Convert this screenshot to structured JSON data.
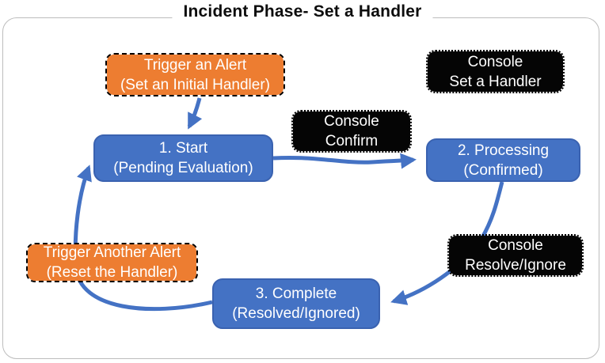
{
  "title": "Incident Phase- Set a Handler",
  "colors": {
    "blue": "#4472C4",
    "blue_border": "#3A62B0",
    "orange": "#ED7D31",
    "black": "#050505",
    "frame_border": "#BDBDBD",
    "arrow": "#4472C4"
  },
  "nodes": {
    "trigger_alert": {
      "line1": "Trigger an Alert",
      "line2": "(Set an Initial Handler)"
    },
    "console_set_handler": {
      "line1": "Console",
      "line2": "Set a Handler"
    },
    "console_confirm": {
      "line1": "Console",
      "line2": "Confirm"
    },
    "start": {
      "line1": "1. Start",
      "line2": "(Pending Evaluation)"
    },
    "processing": {
      "line1": "2. Processing",
      "line2": "(Confirmed)"
    },
    "console_resolve": {
      "line1": "Console",
      "line2": "Resolve/Ignore"
    },
    "trigger_another": {
      "line1": "Trigger Another Alert",
      "line2": "(Reset the Handler)"
    },
    "complete": {
      "line1": "3. Complete",
      "line2": "(Resolved/Ignored)"
    }
  }
}
